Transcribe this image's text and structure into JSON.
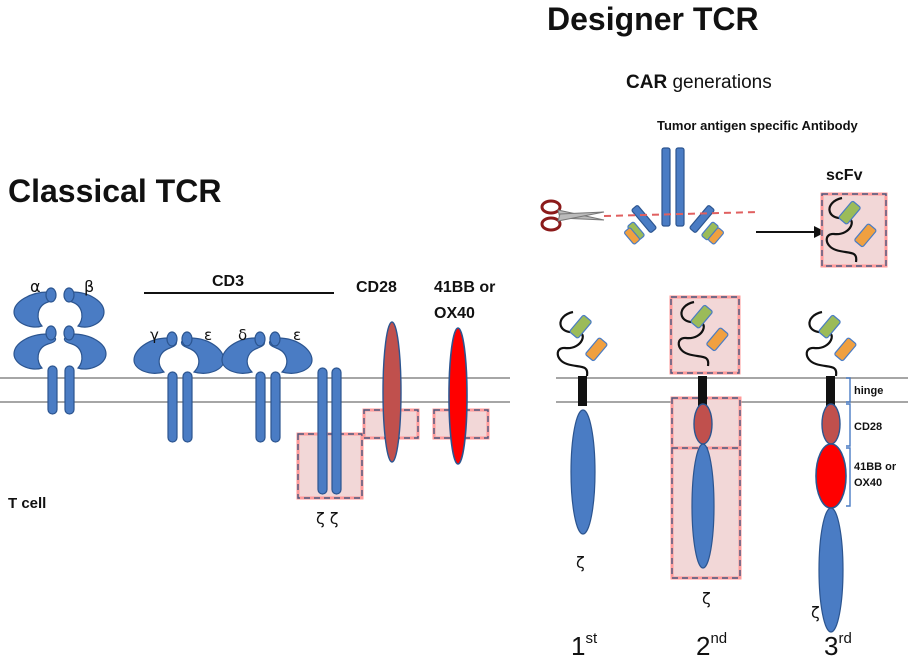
{
  "titles": {
    "classical": "Classical TCR",
    "designer": "Designer TCR"
  },
  "car_header": {
    "bold": "CAR",
    "rest": " generations"
  },
  "antibody_label": "Tumor antigen specific Antibody",
  "scfv_label": "scFv",
  "classical": {
    "alpha": "α",
    "beta": "β",
    "cd3": "CD3",
    "gamma": "γ",
    "epsilon1": "ε",
    "delta": "δ",
    "epsilon2": "ε",
    "cd28": "CD28",
    "costim_line1": "41BB or",
    "costim_line2": "OX40",
    "zeta_pair": "ζ ζ",
    "cell_label": "T cell"
  },
  "car": {
    "zeta1": "ζ",
    "zeta2": "ζ",
    "zeta3": "ζ",
    "gen1": {
      "num": "1",
      "sup": "st"
    },
    "gen2": {
      "num": "2",
      "sup": "nd"
    },
    "gen3": {
      "num": "3",
      "sup": "rd"
    }
  },
  "domain_legend": {
    "hinge": "hinge",
    "cd28": "CD28",
    "costim_line1": "41BB or",
    "costim_line2": "OX40"
  },
  "colors": {
    "receptor_blue": "#4a7cc4",
    "costim_red": "#ff0000",
    "cd28_darkred": "#c0504d",
    "highlight_pink": "#f2d7d7",
    "vh_green": "#9bbb59",
    "vl_orange": "#f0a040"
  },
  "icons": [
    "scissors-icon",
    "arrow-right-icon"
  ]
}
